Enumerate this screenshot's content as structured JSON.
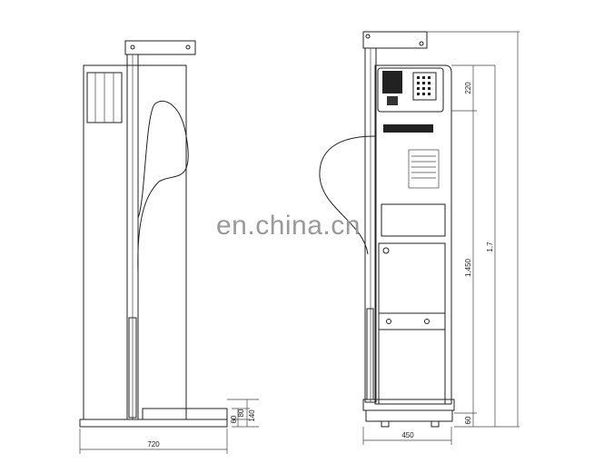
{
  "watermark": "en.china.cn",
  "left_view": {
    "dimensions": {
      "width": "720",
      "base_height_1": "60",
      "base_height_2": "80",
      "base_total": "140"
    }
  },
  "right_view": {
    "dimensions": {
      "width": "450",
      "panel": "220",
      "cabinet": "1,450",
      "total": "1,7",
      "base": "60"
    }
  }
}
